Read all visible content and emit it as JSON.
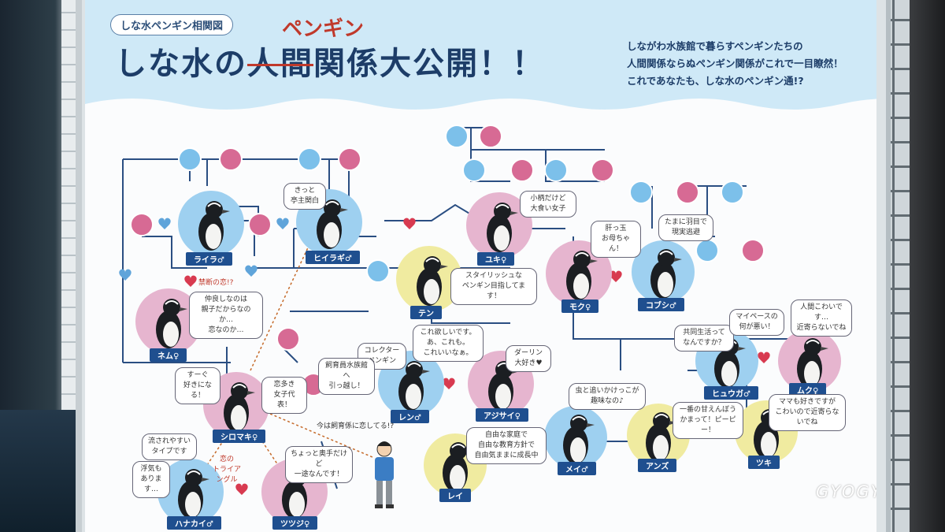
{
  "header": {
    "subtitle": "しな水ペンギン相関図",
    "title_start": "しな水の",
    "title_struck": "人間",
    "title_insert": "ペンギン",
    "title_end": "関係大公開！！",
    "intro_lines": [
      "しながわ水族館で暮らすペンギンたちの",
      "人間関係ならぬペンギン関係がこれで一目瞭然！",
      "これであなたも、しな水のペンギン通!?"
    ]
  },
  "penguins": [
    {
      "name": "ライラ♂",
      "color": "#9ed0f0"
    },
    {
      "name": "ヒイラギ♂",
      "color": "#9ed0f0"
    },
    {
      "name": "テン",
      "color": "#f0eba0"
    },
    {
      "name": "ユキ♀",
      "color": "#e6b5cf"
    },
    {
      "name": "モク♀",
      "color": "#e6b5cf"
    },
    {
      "name": "コブシ♂",
      "color": "#9ed0f0"
    },
    {
      "name": "ネム♀",
      "color": "#e6b5cf"
    },
    {
      "name": "シロマキ♀",
      "color": "#e6b5cf"
    },
    {
      "name": "レン♂",
      "color": "#9ed0f0"
    },
    {
      "name": "アジサイ♀",
      "color": "#e6b5cf"
    },
    {
      "name": "レイ",
      "color": "#f0eba0"
    },
    {
      "name": "メイ♂",
      "color": "#9ed0f0"
    },
    {
      "name": "アンズ",
      "color": "#f0eba0"
    },
    {
      "name": "ヒュウガ♂",
      "color": "#9ed0f0"
    },
    {
      "name": "ムク♀",
      "color": "#e6b5cf"
    },
    {
      "name": "ツキ",
      "color": "#f0eba0"
    },
    {
      "name": "ハナカイ♂",
      "color": "#9ed0f0"
    },
    {
      "name": "ツツジ♀",
      "color": "#e6b5cf"
    }
  ],
  "bubbles": [
    "きっと 亭主関白",
    "小柄だけど 大食い女子",
    "肝っ玉 お母ちゃん！",
    "たまに羽目で 現実逃避",
    "スタイリッシュな ペンギン目指してます！",
    "禁断の恋!?",
    "仲良しなのは 親子だからなのか… 恋なのか…",
    "これ欲しいです。 あ、これも。 これいいなぁ。",
    "コレクター ペンギン",
    "ダーリン 大好き♥",
    "飼育員水族館へ 引っ越し！",
    "すーぐ 好きになる！",
    "恋多き 女子代表！",
    "今は飼育係に恋してる!?",
    "自由な家庭で 自由な教育方針で 自由気ままに成長中",
    "虫と追いかけっこが 趣味なの♪",
    "共同生活って なんですか？",
    "マイペースの 何が悪い！",
    "人間こわいです… 近寄らないでね",
    "一番の甘えんぼう かまって！ピーピー！",
    "ママも好きですが こわいので近寄らないでね",
    "流されやすい タイプです",
    "浮気も あります…",
    "恋の トライアングル",
    "ちょっと奥手だけど 一途なんです！"
  ],
  "watermark": "GYOGYOSANPO"
}
